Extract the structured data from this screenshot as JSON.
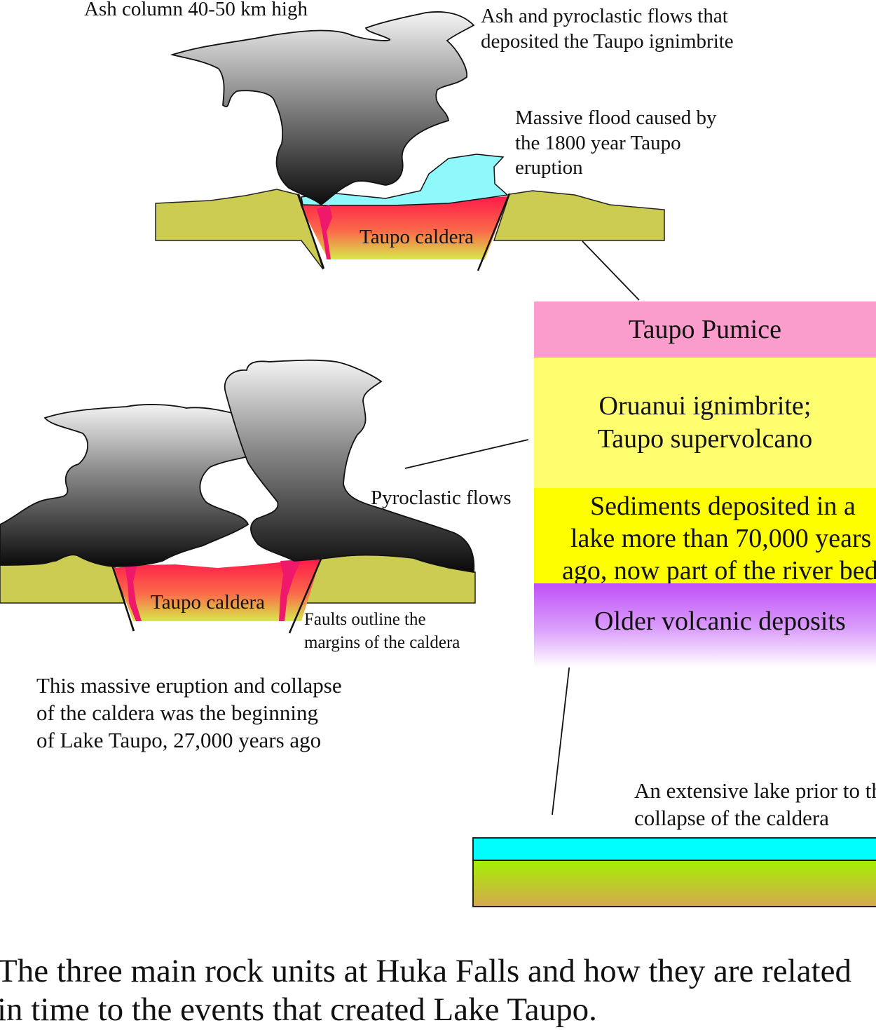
{
  "top_scene": {
    "ash_column_label": "Ash column 40-50 km high",
    "ash_flows_label_line1": "Ash and pyroclastic flows that",
    "ash_flows_label_line2": "deposited the Taupo ignimbrite",
    "flood_label_line1": "Massive flood caused by",
    "flood_label_line2": "the 1800 year Taupo",
    "flood_label_line3": "eruption",
    "caldera_label": "Taupo caldera"
  },
  "middle_scene": {
    "pyroclastic_label": "Pyroclastic flows",
    "caldera_label": "Taupo caldera",
    "faults_label_line1": "Faults outline the",
    "faults_label_line2": "margins of the caldera",
    "summary_line1": "This massive eruption and collapse",
    "summary_line2": "of the caldera was the beginning",
    "summary_line3": "of Lake Taupo, 27,000 years ago"
  },
  "column": {
    "units": [
      {
        "lines": [
          "Taupo Pumice"
        ],
        "color": "#fa9ccc"
      },
      {
        "lines": [
          "Oruanui ignimbrite;",
          "Taupo supervolcano"
        ],
        "color": "#fefe6e"
      },
      {
        "lines": [
          "Sediments deposited in a",
          "lake more than 70,000 years",
          "ago, now part of the river bed"
        ],
        "color": "#fefe00"
      },
      {
        "lines": [
          "Older volcanic deposits"
        ],
        "color": "#c050f8"
      }
    ]
  },
  "lake_scene": {
    "label_line1": "An extensive lake prior to the",
    "label_line2": "collapse of the caldera"
  },
  "caption": {
    "line1": "The three main rock units at Huka Falls and how they are related",
    "line2": "in time to the events that created Lake Taupo."
  }
}
